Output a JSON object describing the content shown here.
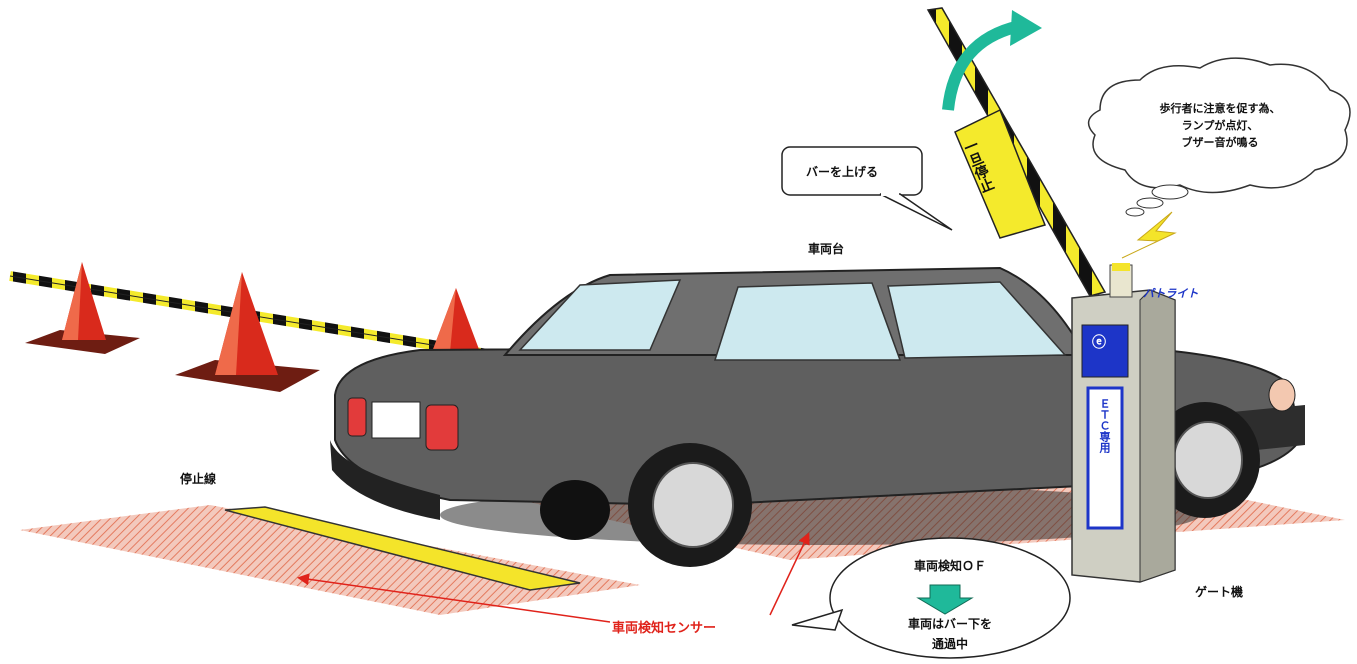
{
  "labels": {
    "vehicle": "車両台",
    "stop_line": "停止線",
    "gate_unit": "ゲート機",
    "patlite": "パトライト",
    "sensor": "車両検知センサー",
    "speech_raise_bar": "バーを上げる",
    "bar_sign": "一旦停止",
    "gate_panel_text": "ＥＴＣ専用"
  },
  "thought_bubble": {
    "lines": [
      "歩行者に注意を促す為、",
      "ランプが点灯、",
      "ブザー音が鳴る"
    ]
  },
  "status_bubble": {
    "line1": "車両検知ＯＦ",
    "line2": "車両はバー下を",
    "line3": "通過中"
  },
  "colors": {
    "cone_red": "#e0231b",
    "bar_yellow": "#f2e62a",
    "car_gray": "#6e6e6e",
    "sensor_hatch": "#e8a090",
    "arrow_teal": "#1fb99a",
    "lightning": "#f4e42a"
  }
}
